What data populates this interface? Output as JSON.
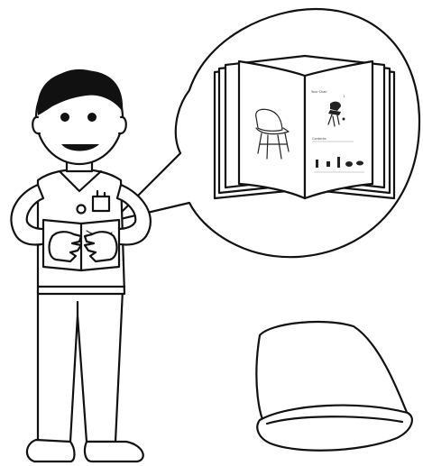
{
  "illustration": {
    "subject": "man-reading-assembly-manual",
    "manual_text": {
      "header": "Your Chair",
      "page_number": "1",
      "section_label": "Contents"
    },
    "colors": {
      "line": "#111111",
      "background": "#ffffff",
      "hair": "#111111"
    }
  }
}
